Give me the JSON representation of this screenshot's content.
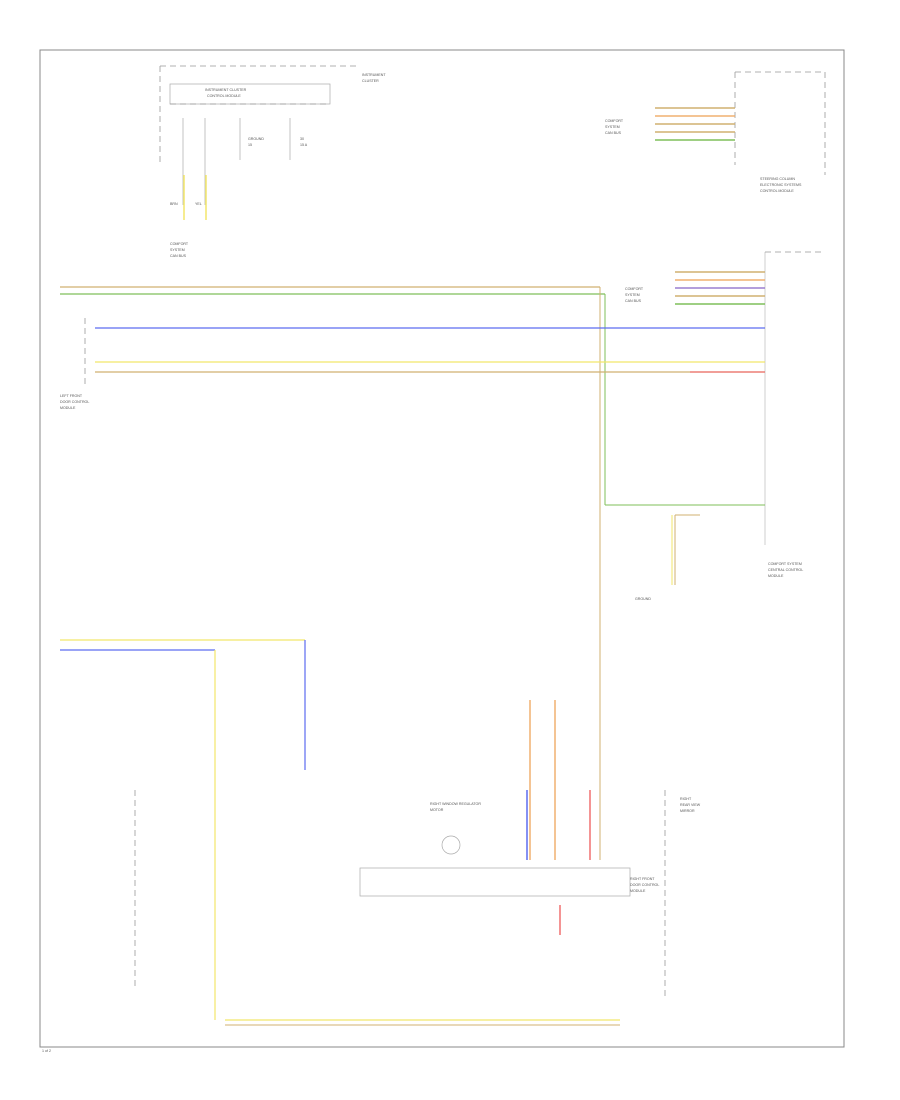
{
  "diagram": {
    "page_label": "1 of 2",
    "colors": {
      "green": "#7fbf5a",
      "yellow": "#f2e66a",
      "blue": "#5c6cf0",
      "orange": "#f0b070",
      "red": "#f07070",
      "violet": "#9a7fd0",
      "tan": "#d0b070",
      "gray": "#b0b0b0"
    },
    "labels": {
      "instrument_cluster": "INSTRUMENT CLUSTER",
      "instrument_cluster_ctrl": "INSTRUMENT CLUSTER CONTROL MODULE",
      "left_front_ctrl": "LEFT FRONT DOOR CONTROL MODULE",
      "right_front_ctrl": "RIGHT FRONT DOOR CONTROL MODULE",
      "comfort_system": "COMFORT SYSTEM CENTRAL CONTROL MODULE",
      "right_window_motor": "RIGHT WINDOW REGULATOR MOTOR",
      "right_mirror": "RIGHT REAR VIEW MIRROR",
      "ground": "GROUND"
    }
  }
}
